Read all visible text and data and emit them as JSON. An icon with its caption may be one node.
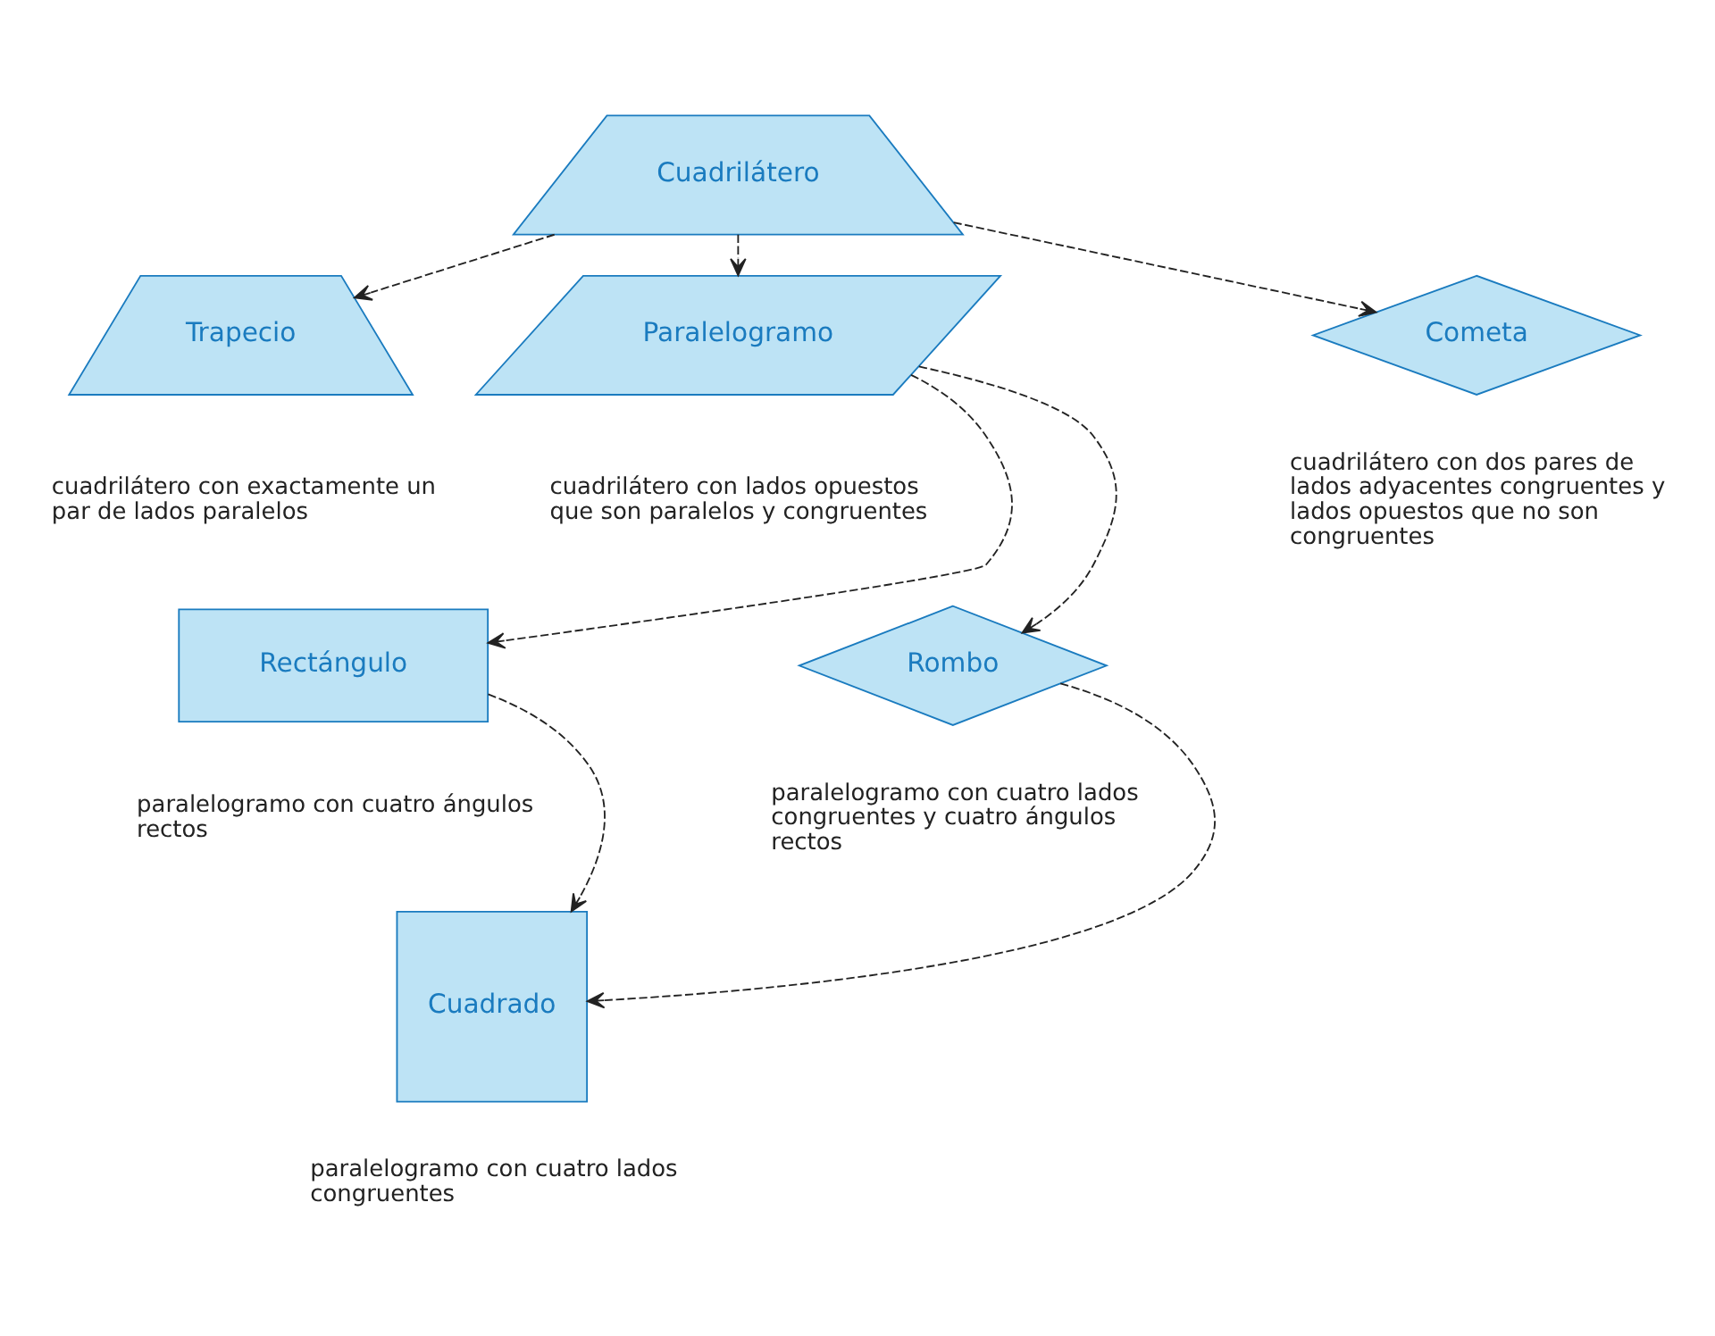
{
  "diagram": {
    "nodes": [
      {
        "text": [
          "Cuadrilátero"
        ]
      },
      {
        "text": [
          "Trapecio"
        ],
        "beside": [
          "cuadrilátero con exactamente un par de lados paralelos"
        ]
      },
      {
        "text": [
          "Paralelogramo"
        ],
        "beside": [
          "cuadrilátero con lados opuestos que son paralelos y congruentes"
        ]
      },
      {
        "text": [
          "Cometa"
        ],
        "beside": [
          "cuadrilátero con dos pares de lados adyacentes congruentes y lados opuestos que no son congruentes"
        ]
      },
      {
        "text": [
          "Rectángulo"
        ],
        "beside": [
          "paralelogramo con cuatro ángulos rectos"
        ]
      },
      {
        "text": [
          "Rombo"
        ],
        "beside": [
          "paralelogramo con cuatro lados congruentes y cuatro ángulos rectos"
        ]
      },
      {
        "text": [
          "Cuadrado"
        ],
        "beside": [
          "paralelogramo con cuatro lados congruentes"
        ]
      }
    ],
    "edges": [
      {
        "from": 0,
        "to": 1,
        "arrow": "to",
        "style": "dashed"
      },
      {
        "from": 0,
        "to": 2,
        "arrow": "to",
        "style": "dashed"
      },
      {
        "from": 0,
        "to": 3,
        "arrow": "to",
        "style": "dashed"
      },
      {
        "from": 2,
        "to": 4,
        "arrow": "to",
        "style": "dashed"
      },
      {
        "from": 2,
        "to": 5,
        "arrow": "to",
        "style": "dashed"
      },
      {
        "from": 4,
        "to": 6,
        "arrow": "to",
        "style": "dashed"
      },
      {
        "from": 5,
        "to": 6,
        "arrow": "to",
        "style": "dashed"
      }
    ]
  }
}
